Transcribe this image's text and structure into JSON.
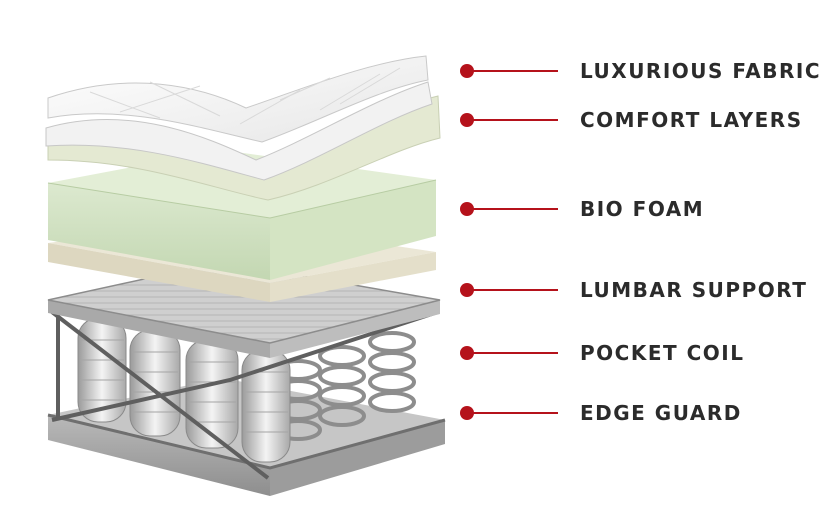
{
  "accent_color": "#b5121b",
  "text_color": "#2b2b2b",
  "layers": [
    {
      "label": "LUXURIOUS FABRIC",
      "icon": "fabric-layer"
    },
    {
      "label": "COMFORT LAYERS",
      "icon": "comfort-layer"
    },
    {
      "label": "BIO FOAM",
      "icon": "foam-layer"
    },
    {
      "label": "LUMBAR SUPPORT",
      "icon": "support-layer"
    },
    {
      "label": "POCKET COIL",
      "icon": "coil-layer"
    },
    {
      "label": "EDGE GUARD",
      "icon": "edge-layer"
    }
  ]
}
